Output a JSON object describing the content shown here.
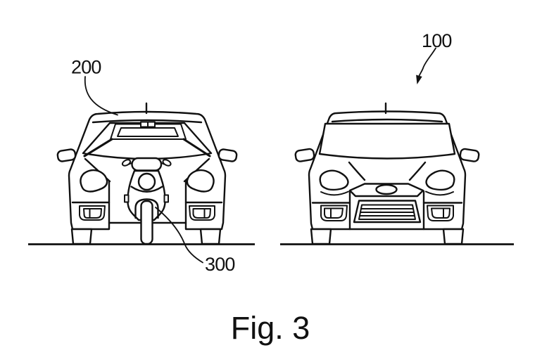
{
  "figure": {
    "caption": "Fig. 3",
    "labels": {
      "target_vehicle": "200",
      "motorcycle": "300",
      "host_vehicle": "100"
    }
  },
  "colors": {
    "ink": "#111111",
    "background": "#ffffff"
  }
}
